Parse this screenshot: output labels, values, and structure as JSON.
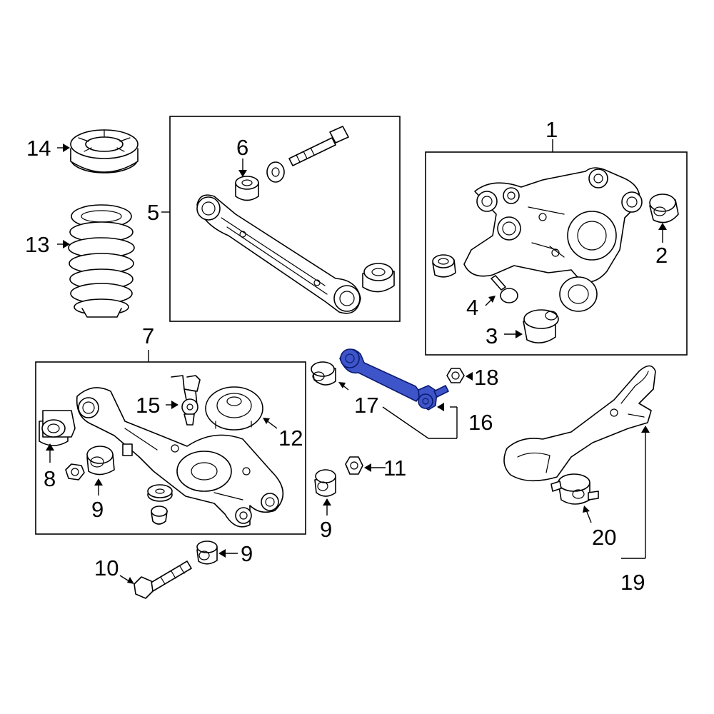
{
  "callouts": {
    "c1": "1",
    "c2": "2",
    "c3": "3",
    "c4": "4",
    "c5": "5",
    "c6": "6",
    "c7": "7",
    "c8": "8",
    "c9a": "9",
    "c9b": "9",
    "c9c": "9",
    "c10": "10",
    "c11": "11",
    "c12": "12",
    "c13": "13",
    "c14": "14",
    "c15": "15",
    "c16": "16",
    "c17": "17",
    "c18": "18",
    "c19": "19",
    "c20": "20"
  },
  "colors": {
    "highlight": "#3d55c8",
    "line": "#000000",
    "background": "#ffffff"
  },
  "highlighted_part": "17"
}
